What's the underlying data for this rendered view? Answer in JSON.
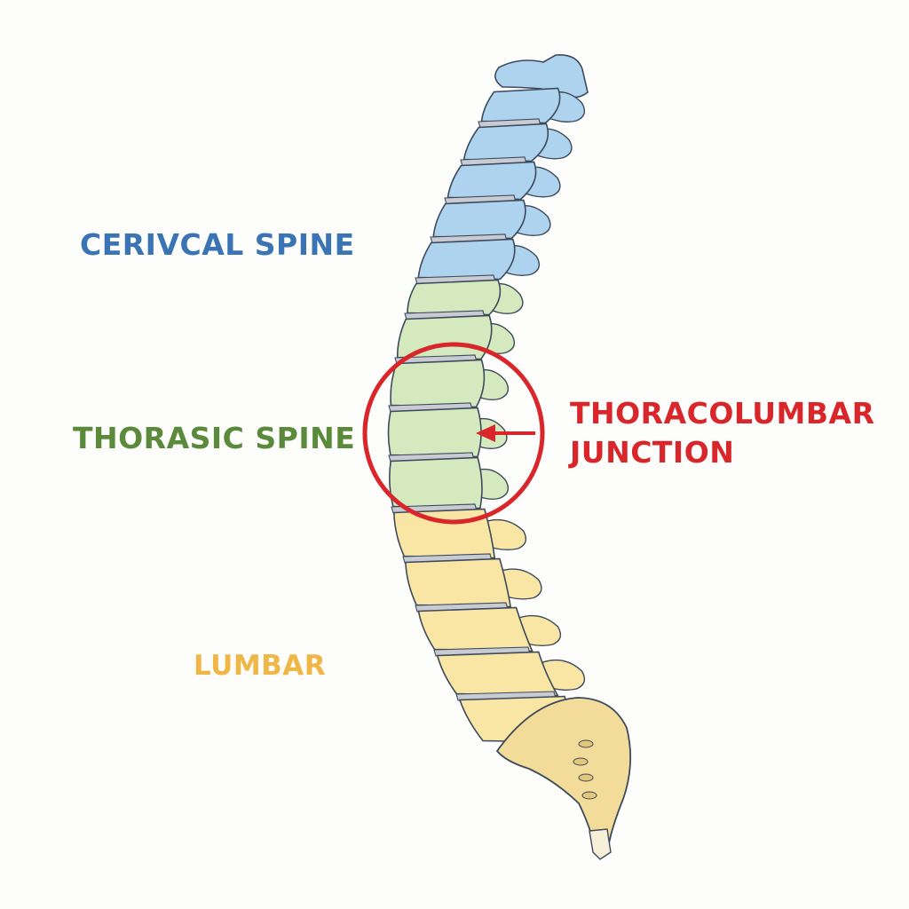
{
  "labels": {
    "cervical": "CERIVCAL SPINE",
    "thoracic": "THORASIC SPINE",
    "lumbar": "LUMBAR",
    "junction_line1": "THORACOLUMBAR",
    "junction_line2": "JUNCTION"
  },
  "colors": {
    "cervical": "#3a74b4",
    "thoracic": "#5a8a3a",
    "lumbar": "#f0b646",
    "junction": "#d9262b",
    "cervical_fill": "#aed3ee",
    "thoracic_fill": "#d4e9bd",
    "lumbar_fill": "#f9e6a4",
    "sacrum_fill": "#f3dc99",
    "disc_fill": "#c9cbd2",
    "outline": "#3d4a5c"
  },
  "regions": {
    "cervical_vertebrae": 5,
    "thoracic_vertebrae": 5,
    "lumbar_vertebrae": 5
  },
  "icons": {
    "highlight": "circle-highlight",
    "pointer": "arrow-left"
  }
}
